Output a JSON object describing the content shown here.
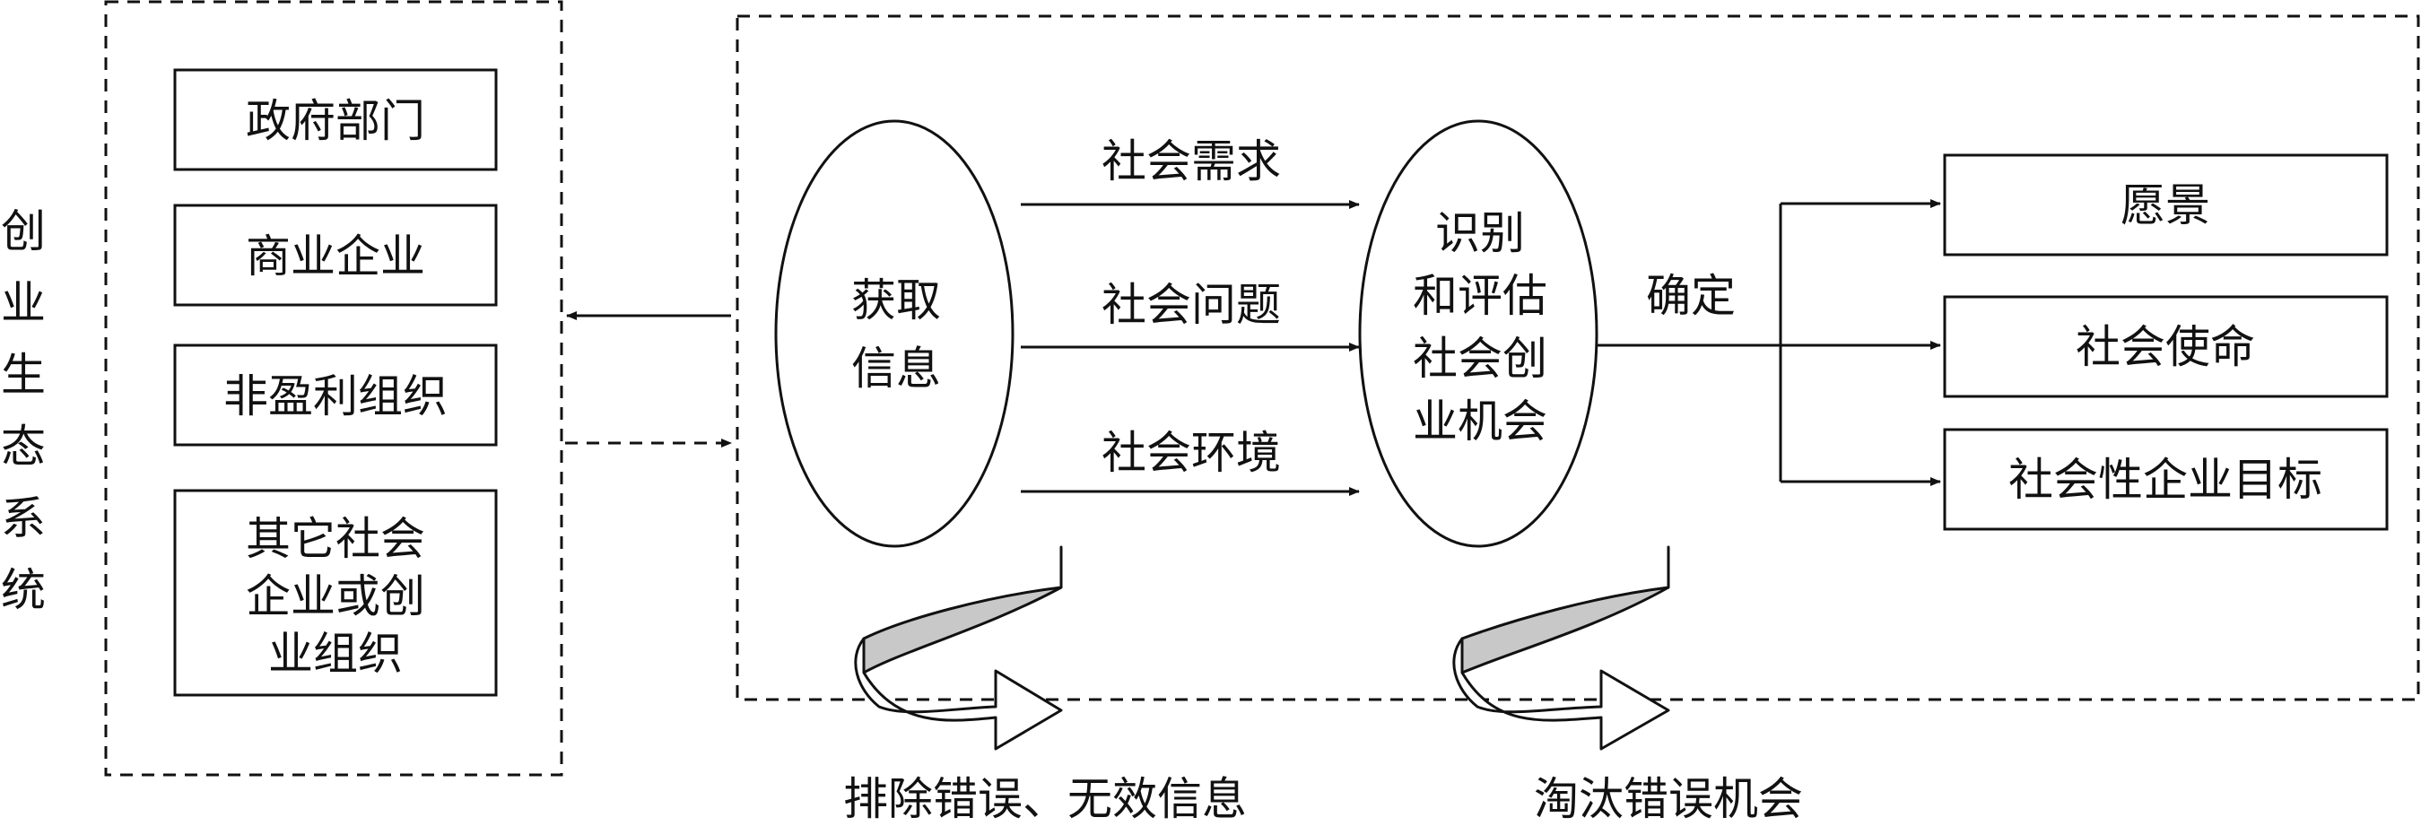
{
  "ecosystem": {
    "title_chars": [
      "创",
      "业",
      "生",
      "态",
      "系",
      "统"
    ],
    "boxes": [
      "政府部门",
      "商业企业",
      "非盈利组织"
    ],
    "other_box_lines": [
      "其它社会",
      "企业或创",
      "业组织"
    ]
  },
  "process": {
    "acquire_lines": [
      "获取",
      "信息"
    ],
    "arrow_labels": [
      "社会需求",
      "社会问题",
      "社会环境"
    ],
    "identify_lines": [
      "识别",
      "和评估",
      "社会创",
      "业机会"
    ],
    "determine_label": "确定",
    "outputs": [
      "愿景",
      "社会使命",
      "社会性企业目标"
    ],
    "filter_labels": [
      "排除错误、无效信息",
      "淘汰错误机会"
    ]
  }
}
